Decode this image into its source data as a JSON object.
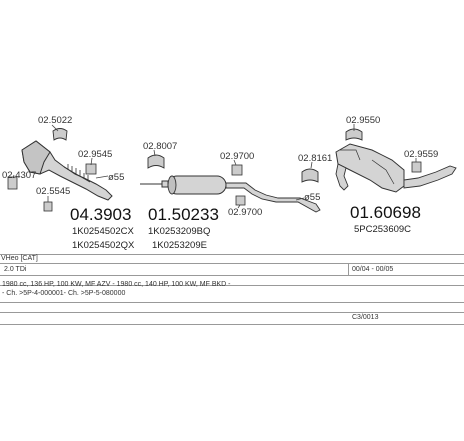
{
  "parts": {
    "front": {
      "main_number": "04.3903",
      "sub_numbers": [
        "1K0254502CX",
        "1K0254502QX"
      ],
      "refs": [
        "02.5022",
        "02.9545",
        "02.4307",
        "02.5545"
      ],
      "dim": "ø55"
    },
    "middle": {
      "main_number": "01.50233",
      "sub_numbers": [
        "1K0253209BQ",
        "1K0253209E"
      ],
      "refs": [
        "02.8007",
        "02.9700",
        "02.9700"
      ],
      "dim": "ø55"
    },
    "rear": {
      "main_number": "01.60698",
      "sub_numbers": [
        "5PC253609C"
      ],
      "refs": [
        "02.9550",
        "02.8161",
        "02.9559"
      ]
    }
  },
  "table": {
    "vehicle": "VHeo [CAT]",
    "engine": "2.0 TDi",
    "dates": "00/04 - 00/05",
    "specs": "1980 cc, 136 HP, 100 KW, MF AZV - 1980 cc, 140 HP, 100 KW, MF BKD -",
    "ch": "- Ch. >5P-4-000001- Ch. >5P-5-080000",
    "code": "C3/0013"
  },
  "colors": {
    "part_fill": "#d4d4d4",
    "part_stroke": "#333333",
    "line": "#999999"
  }
}
